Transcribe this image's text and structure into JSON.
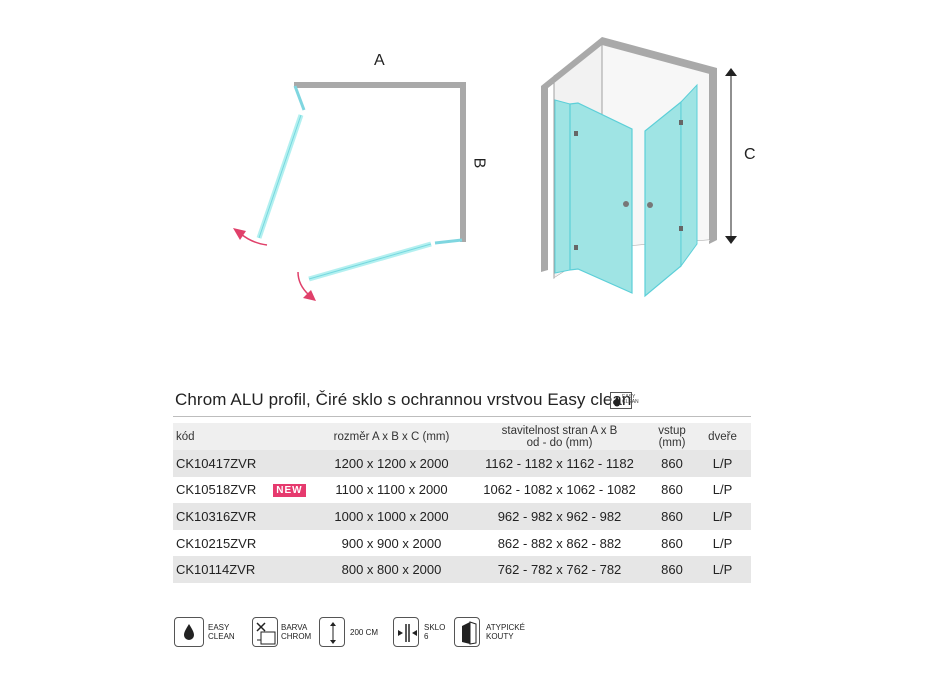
{
  "diagram": {
    "label_a": "A",
    "label_b": "B",
    "label_c": "C"
  },
  "spec": {
    "title": "Chrom ALU profil, Čiré sklo s ochrannou vrstvou Easy clean",
    "title_icon_text_1": "EASY",
    "title_icon_text_2": "CLEAN",
    "headers": {
      "code": "kód",
      "dimensions": "rozměr A x B x C (mm)",
      "adjust_1": "stavitelnost stran A x B",
      "adjust_2": "od - do (mm)",
      "entrance_1": "vstup",
      "entrance_2": "(mm)",
      "doors": "dveře"
    },
    "rows": [
      {
        "code": "CK10417ZVR",
        "badge": "",
        "dimensions": "1200 x 1200 x 2000",
        "adjust": "1162 - 1182 x 1162 - 1182",
        "entrance": "860",
        "doors": "L/P"
      },
      {
        "code": "CK10518ZVR",
        "badge": "NEW",
        "dimensions": "1100 x 1100 x 2000",
        "adjust": "1062 - 1082 x 1062 - 1082",
        "entrance": "860",
        "doors": "L/P"
      },
      {
        "code": "CK10316ZVR",
        "badge": "",
        "dimensions": "1000 x 1000 x 2000",
        "adjust": "962 - 982 x 962 - 982",
        "entrance": "860",
        "doors": "L/P"
      },
      {
        "code": "CK10215ZVR",
        "badge": "",
        "dimensions": "900 x 900 x 2000",
        "adjust": "862 - 882 x 862 - 882",
        "entrance": "860",
        "doors": "L/P"
      },
      {
        "code": "CK10114ZVR",
        "badge": "",
        "dimensions": "800 x 800 x 2000",
        "adjust": "762 - 782 x 762 - 782",
        "entrance": "860",
        "doors": "L/P"
      }
    ]
  },
  "features": [
    {
      "icon": "water-drop-icon",
      "line1": "EASY",
      "line2": "CLEAN"
    },
    {
      "icon": "color-swatch-icon",
      "line1": "BARVA",
      "line2": "CHROM"
    },
    {
      "icon": "height-arrow-icon",
      "line1": "200 CM",
      "line2": ""
    },
    {
      "icon": "glass-thickness-icon",
      "line1": "SKLO",
      "line2": "6"
    },
    {
      "icon": "corner-icon",
      "line1": "ATYPICKÉ",
      "line2": "KOUTY"
    }
  ],
  "colors": {
    "glass": "#9fe4e4",
    "glass_edge": "#5ccfd8",
    "swing_arrow": "#e0406a",
    "new_badge": "#e63a6e",
    "frame": "#a9a9a9"
  }
}
